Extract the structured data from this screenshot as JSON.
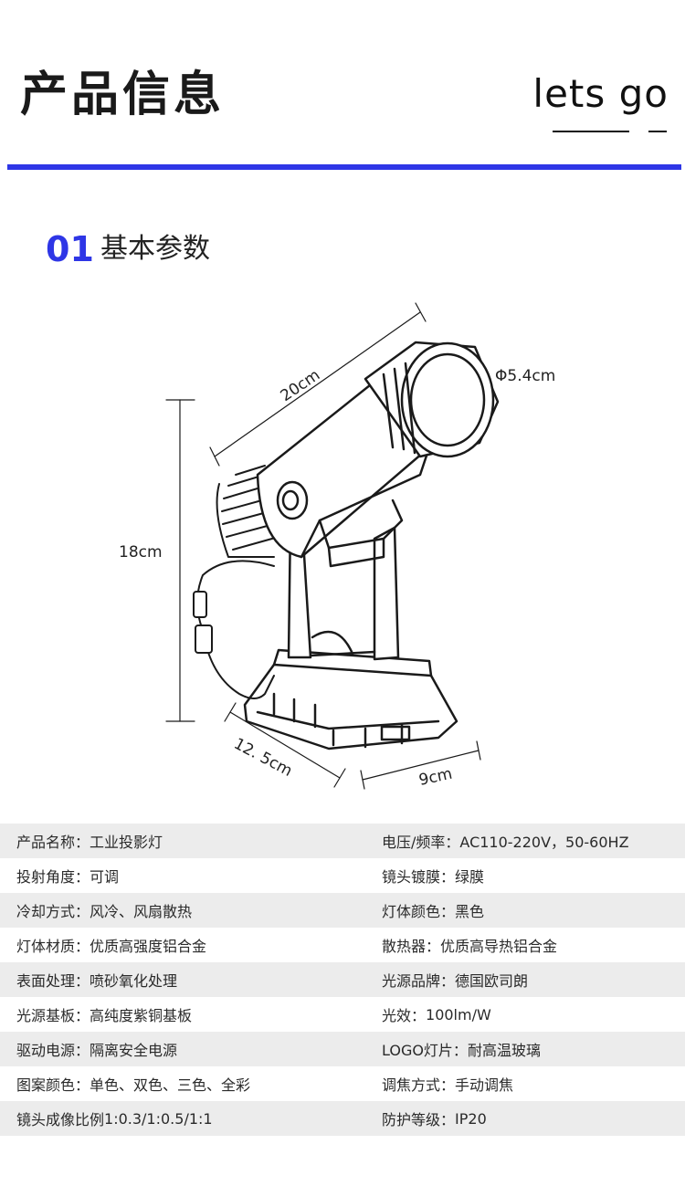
{
  "header": {
    "title": "产品信息",
    "brand": "lets go"
  },
  "section": {
    "number": "01",
    "title": "基本参数"
  },
  "dimensions": {
    "length": "20cm",
    "lens_diameter": "Φ5.4cm",
    "height": "18cm",
    "base_depth": "12. 5cm",
    "base_width": "9cm"
  },
  "specs": [
    {
      "left_label": "产品名称：",
      "left_value": "工业投影灯",
      "right_label": "电压/频率：",
      "right_value": "AC110-220V，50-60HZ"
    },
    {
      "left_label": "投射角度：",
      "left_value": "可调",
      "right_label": "镜头镀膜：",
      "right_value": "绿膜"
    },
    {
      "left_label": "冷却方式：",
      "left_value": "风冷、风扇散热",
      "right_label": "灯体颜色：",
      "right_value": "黑色"
    },
    {
      "left_label": "灯体材质：",
      "left_value": "优质高强度铝合金",
      "right_label": "散热器：",
      "right_value": "优质高导热铝合金"
    },
    {
      "left_label": "表面处理：",
      "left_value": "喷砂氧化处理",
      "right_label": "光源品牌：",
      "right_value": "德国欧司朗"
    },
    {
      "left_label": "光源基板：",
      "left_value": "高纯度紫铜基板",
      "right_label": "光效：",
      "right_value": "100lm/W"
    },
    {
      "left_label": "驱动电源：",
      "left_value": "隔离安全电源",
      "right_label": "LOGO灯片：",
      "right_value": "耐高温玻璃"
    },
    {
      "left_label": "图案颜色：",
      "left_value": "单色、双色、三色、全彩",
      "right_label": "调焦方式：",
      "right_value": "手动调焦"
    },
    {
      "left_label": "镜头成像比例",
      "left_value": "1:0.3/1:0.5/1:1",
      "right_label": "防护等级：",
      "right_value": "IP20"
    }
  ]
}
